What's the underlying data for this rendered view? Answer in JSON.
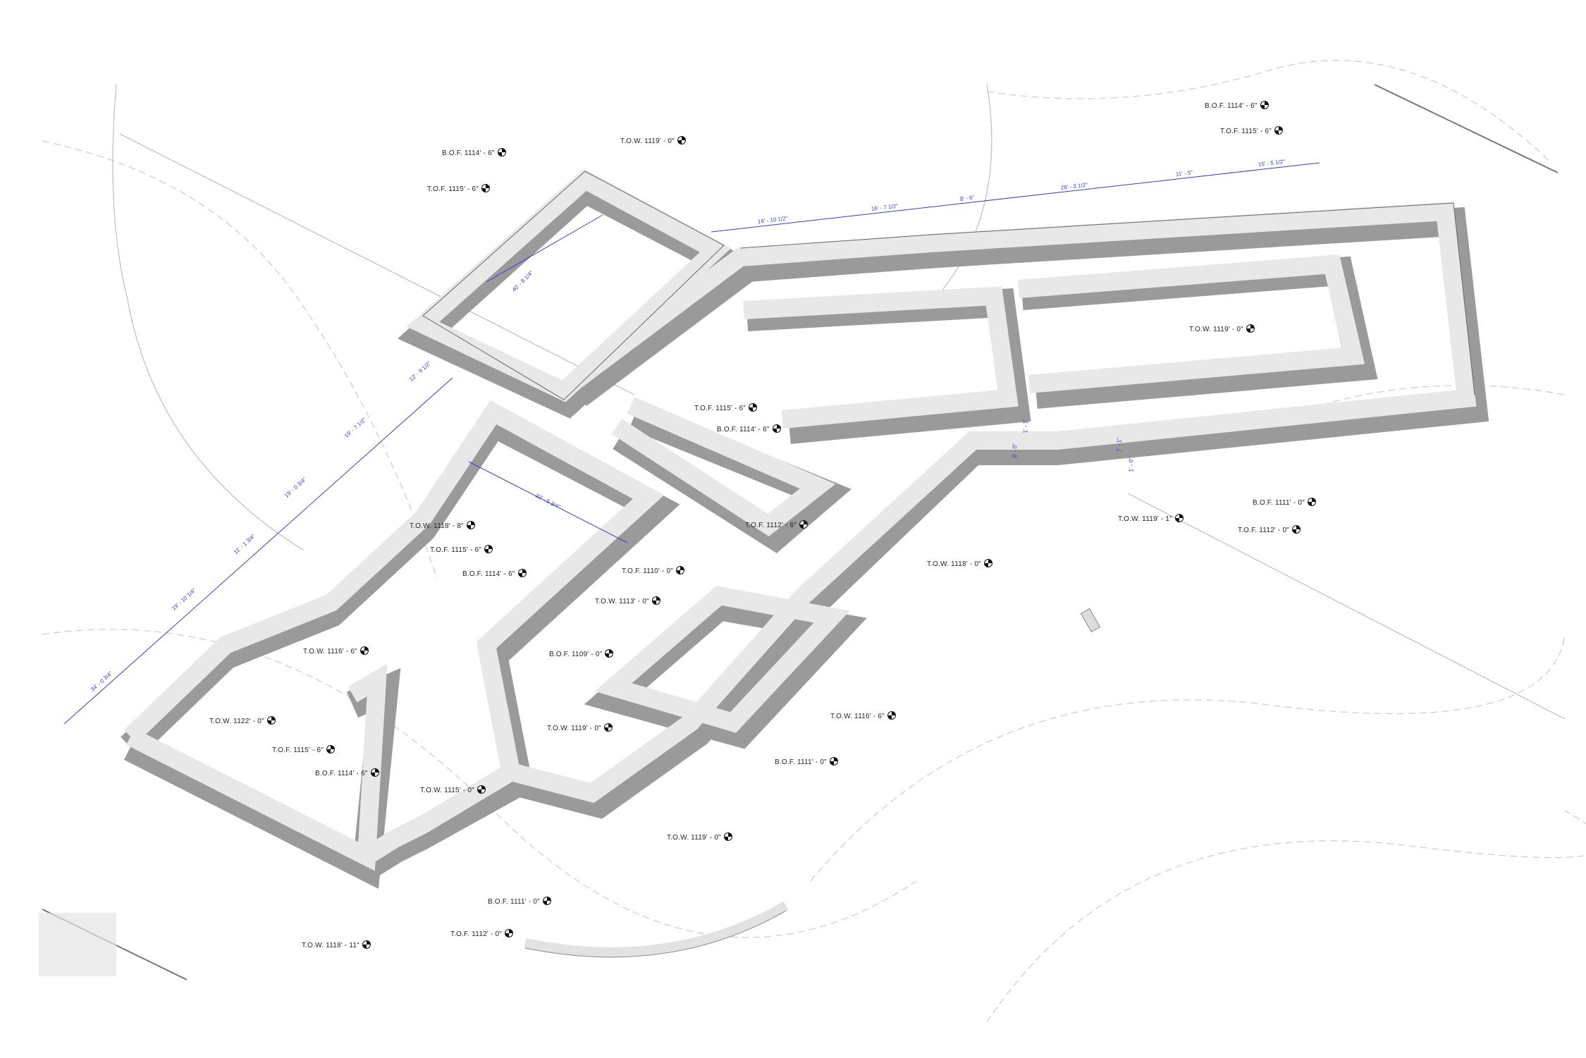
{
  "colors": {
    "wall": "#e6e6e6",
    "footing": "#9a9a9a",
    "edge": "#555555",
    "dimension": "#3a3acc",
    "site": "#c8c8c8"
  },
  "elevation_tags": [
    {
      "text": "B.O.F. 1114' - 6\""
    },
    {
      "text": "T.O.F. 1115' - 6\""
    },
    {
      "text": "T.O.W. 1119' - 0\""
    },
    {
      "text": "B.O.F. 1114' - 6\""
    },
    {
      "text": "T.O.F. 1115' - 6\""
    },
    {
      "text": "T.O.W. 1119' - 0\""
    },
    {
      "text": "T.O.F. 1115' - 6\""
    },
    {
      "text": "B.O.F. 1114' - 6\""
    },
    {
      "text": "T.O.W. 1118' - 8\""
    },
    {
      "text": "T.O.F. 1115' - 6\""
    },
    {
      "text": "B.O.F. 1114' - 6\""
    },
    {
      "text": "T.O.F. 1112' - 6\""
    },
    {
      "text": "T.O.F. 1110' - 0\""
    },
    {
      "text": "T.O.W. 1113' - 0\""
    },
    {
      "text": "B.O.F. 1109' - 0\""
    },
    {
      "text": "T.O.W. 1116' - 6\""
    },
    {
      "text": "T.O.W. 1119' - 0\""
    },
    {
      "text": "T.O.W. 1116' - 6\""
    },
    {
      "text": "B.O.F. 1111' - 0\""
    },
    {
      "text": "T.O.W. 1122' - 0\""
    },
    {
      "text": "T.O.F. 1115' - 6\""
    },
    {
      "text": "B.O.F. 1114' - 6\""
    },
    {
      "text": "T.O.W. 1115' - 0\""
    },
    {
      "text": "T.O.W. 1119' - 0\""
    },
    {
      "text": "B.O.F. 1111' - 0\""
    },
    {
      "text": "T.O.F. 1112' - 0\""
    },
    {
      "text": "T.O.W. 1118' - 11\""
    },
    {
      "text": "T.O.W. 1118' - 0\""
    },
    {
      "text": "T.O.W. 1119' - 1\""
    },
    {
      "text": "B.O.F. 1111' - 0\""
    },
    {
      "text": "T.O.F. 1112' - 0\""
    }
  ],
  "dimensions": {
    "top_chain": [
      "16' - 10 1/2\"",
      "16' - 7 1/2\"",
      "8' - 6\"",
      "26' - 3 1/2\"",
      "11' - 5\"",
      "15' - 5 1/2\""
    ],
    "left_chain": [
      "34' - 0 3/4\"",
      "19' - 10 1/4\"",
      "11' - 1 3/4\"",
      "19' - 0 3/4\"",
      "19' - 7 1/2\"",
      "12' - 9 1/2\""
    ],
    "interior": [
      "40' - 8 1/4\"",
      "32' - 5 3/4\""
    ],
    "vertical": [
      "8' - 0\"",
      "1' - 1\"",
      "7' - 1\"",
      "1' - 0\""
    ]
  }
}
